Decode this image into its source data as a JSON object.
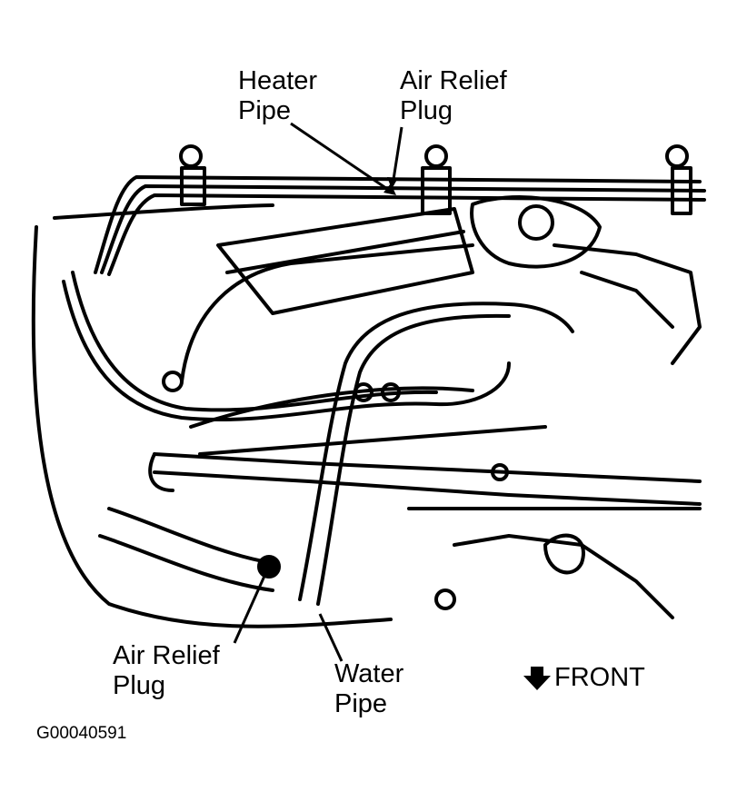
{
  "labels": {
    "heater_pipe": [
      "Heater",
      "Pipe"
    ],
    "air_relief_plug_top": [
      "Air Relief",
      "Plug"
    ],
    "air_relief_plug_bottom": [
      "Air Relief",
      "Plug"
    ],
    "water_pipe": [
      "Water",
      "Pipe"
    ],
    "front": "FRONT"
  },
  "figure_code": "G00040591",
  "icons": {
    "front_arrow": "down-arrow-icon"
  }
}
